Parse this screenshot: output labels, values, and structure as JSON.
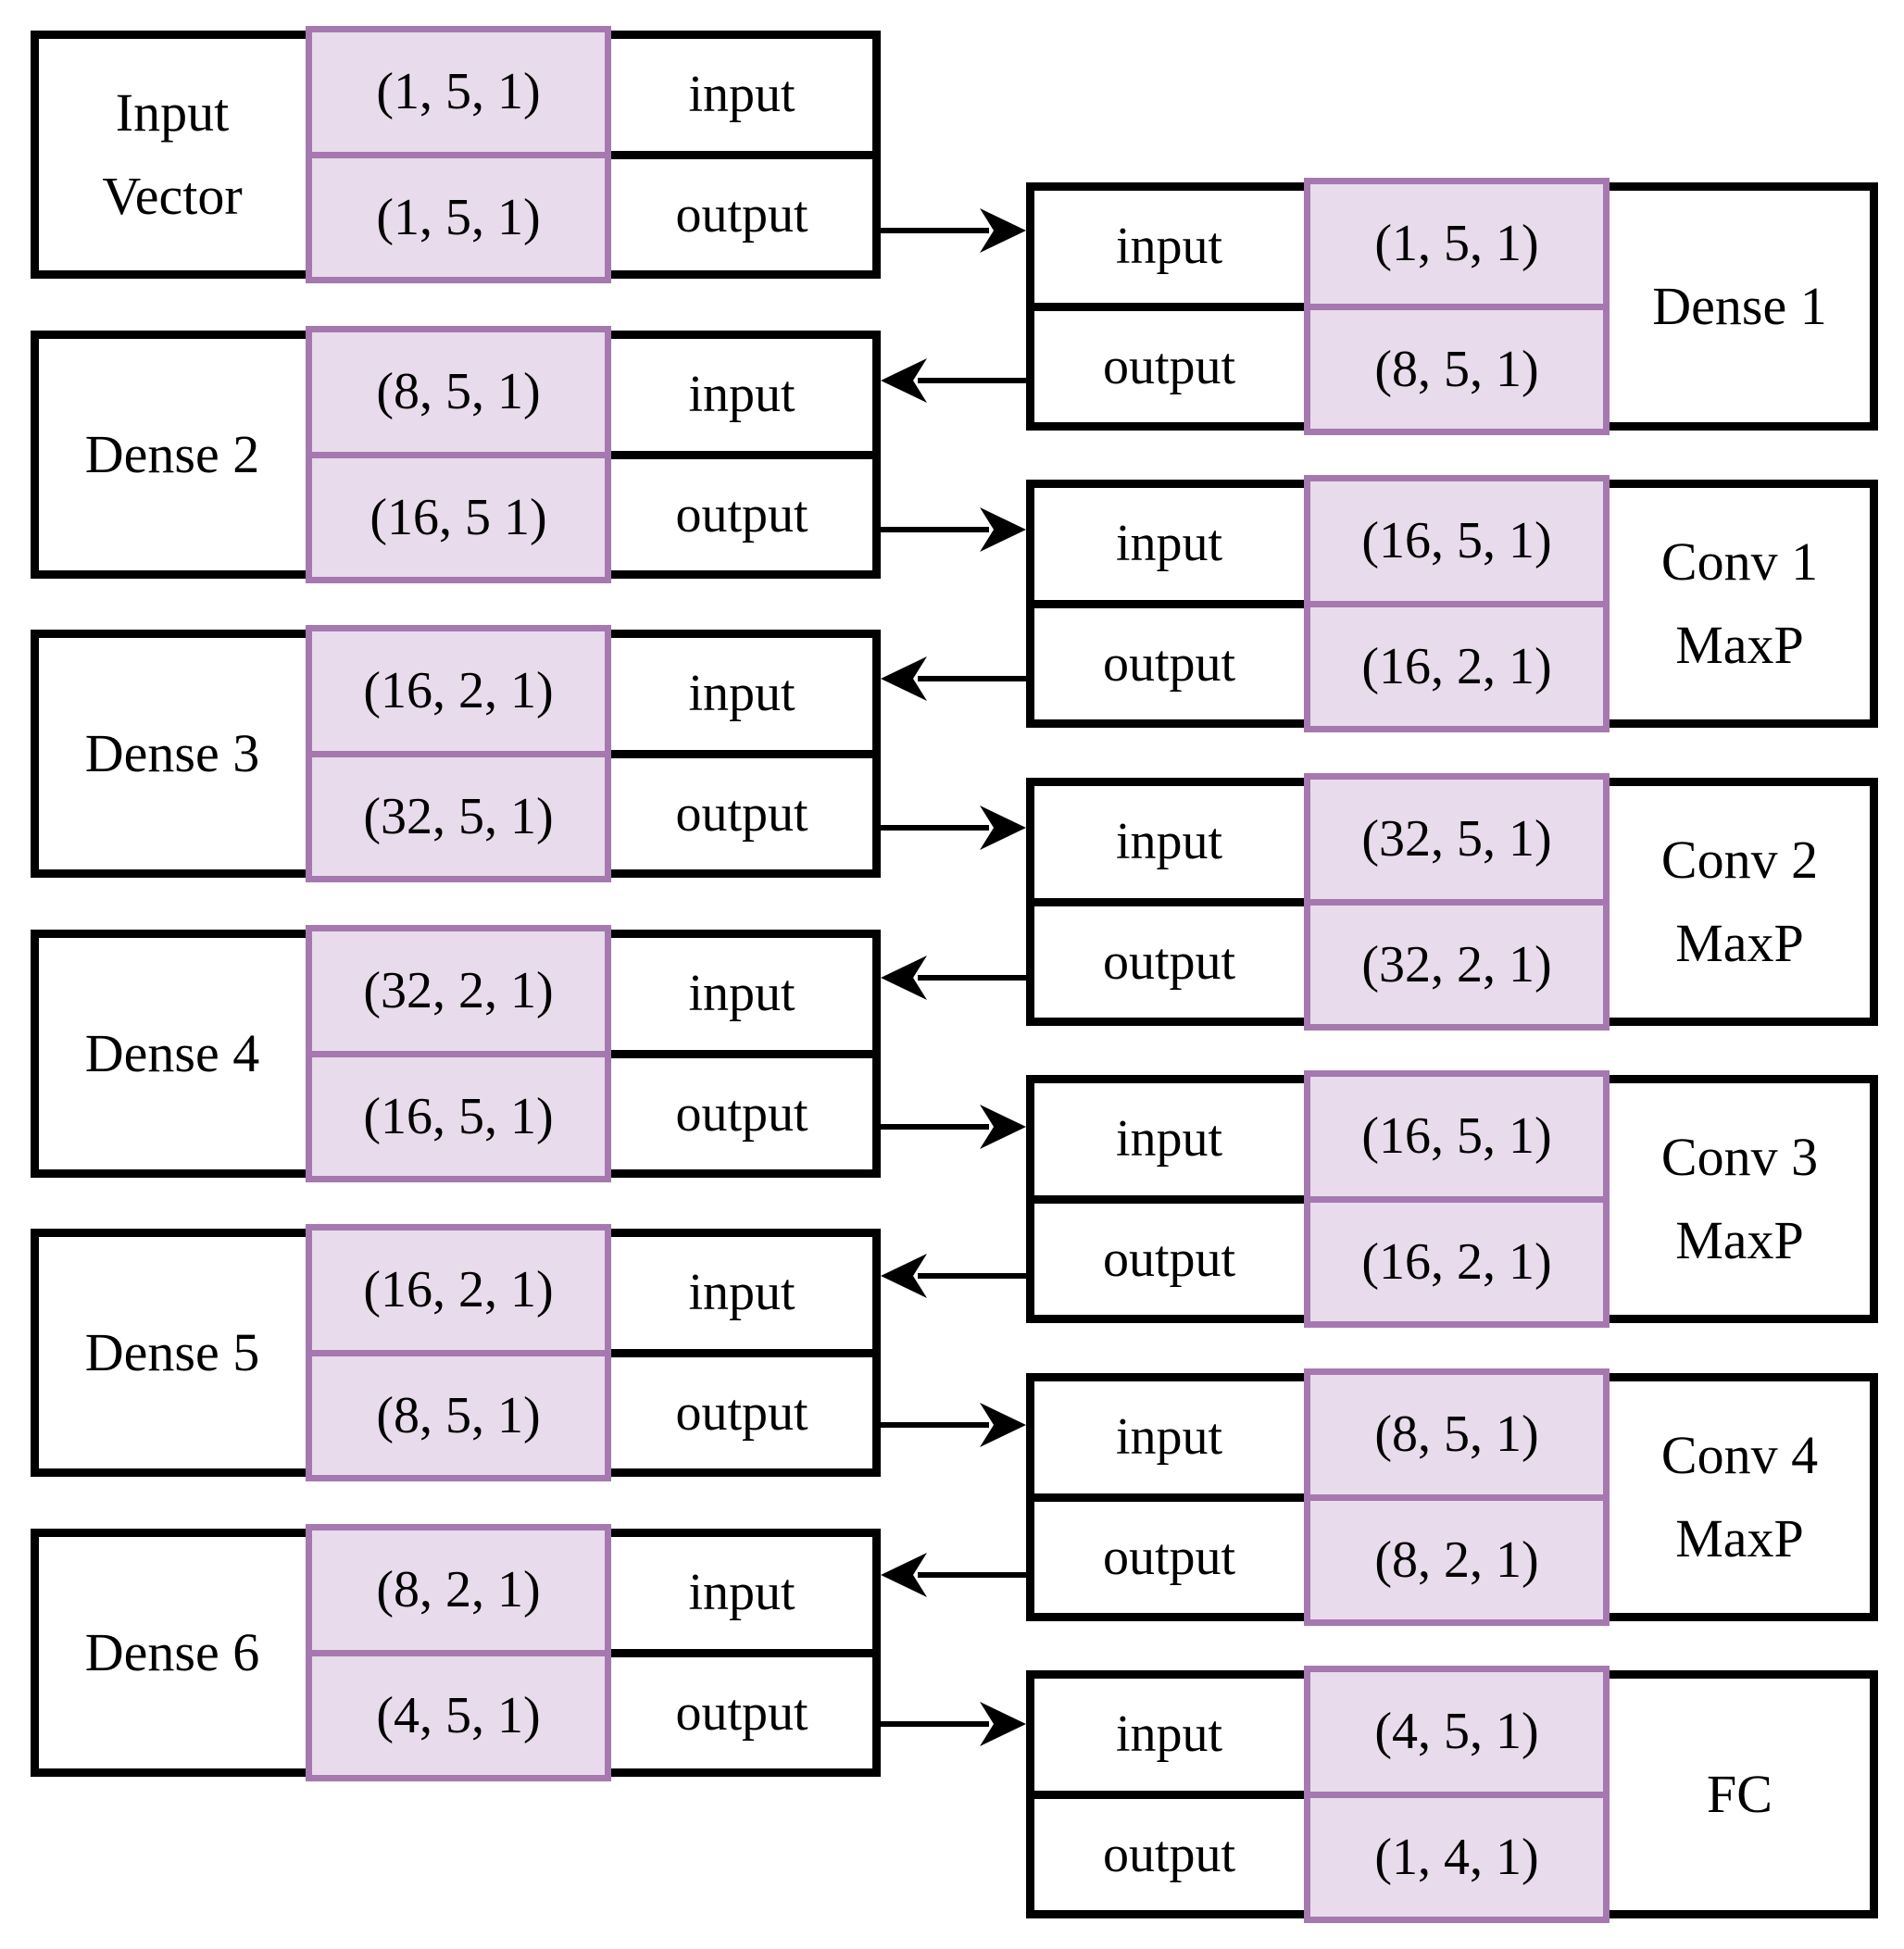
{
  "colors": {
    "background": "#ffffff",
    "box_border": "#000000",
    "shape_cell_fill": "#e8dbeb",
    "shape_cell_border": "#a578af",
    "text": "#000000"
  },
  "left_column": [
    {
      "label_lines": [
        "Input",
        "Vector"
      ],
      "rows": [
        {
          "shape": "(1, 5, 1)",
          "io": "input"
        },
        {
          "shape": "(1, 5, 1)",
          "io": "output"
        }
      ]
    },
    {
      "label_lines": [
        "Dense 2"
      ],
      "rows": [
        {
          "shape": "(8, 5, 1)",
          "io": "input"
        },
        {
          "shape": "(16, 5 1)",
          "io": "output"
        }
      ]
    },
    {
      "label_lines": [
        "Dense 3"
      ],
      "rows": [
        {
          "shape": "(16, 2, 1)",
          "io": "input"
        },
        {
          "shape": "(32, 5, 1)",
          "io": "output"
        }
      ]
    },
    {
      "label_lines": [
        "Dense 4"
      ],
      "rows": [
        {
          "shape": "(32, 2, 1)",
          "io": "input"
        },
        {
          "shape": "(16, 5, 1)",
          "io": "output"
        }
      ]
    },
    {
      "label_lines": [
        "Dense 5"
      ],
      "rows": [
        {
          "shape": "(16, 2, 1)",
          "io": "input"
        },
        {
          "shape": "(8, 5, 1)",
          "io": "output"
        }
      ]
    },
    {
      "label_lines": [
        "Dense 6"
      ],
      "rows": [
        {
          "shape": "(8, 2, 1)",
          "io": "input"
        },
        {
          "shape": "(4, 5, 1)",
          "io": "output"
        }
      ]
    }
  ],
  "right_column": [
    {
      "label_lines": [
        "Dense 1"
      ],
      "rows": [
        {
          "io": "input",
          "shape": "(1, 5, 1)"
        },
        {
          "io": "output",
          "shape": "(8, 5, 1)"
        }
      ]
    },
    {
      "label_lines": [
        "Conv 1",
        "MaxP"
      ],
      "rows": [
        {
          "io": "input",
          "shape": "(16, 5, 1)"
        },
        {
          "io": "output",
          "shape": "(16, 2, 1)"
        }
      ]
    },
    {
      "label_lines": [
        "Conv 2",
        "MaxP"
      ],
      "rows": [
        {
          "io": "input",
          "shape": "(32, 5, 1)"
        },
        {
          "io": "output",
          "shape": "(32, 2, 1)"
        }
      ]
    },
    {
      "label_lines": [
        "Conv 3",
        "MaxP"
      ],
      "rows": [
        {
          "io": "input",
          "shape": "(16, 5, 1)"
        },
        {
          "io": "output",
          "shape": "(16, 2, 1)"
        }
      ]
    },
    {
      "label_lines": [
        "Conv 4",
        "MaxP"
      ],
      "rows": [
        {
          "io": "input",
          "shape": "(8, 5, 1)"
        },
        {
          "io": "output",
          "shape": "(8, 2, 1)"
        }
      ]
    },
    {
      "label_lines": [
        "FC"
      ],
      "rows": [
        {
          "io": "input",
          "shape": "(4, 5, 1)"
        },
        {
          "io": "output",
          "shape": "(1, 4, 1)"
        }
      ]
    }
  ],
  "arrows": [
    {
      "direction": "right",
      "from": "Input Vector.output",
      "to": "Dense 1.input"
    },
    {
      "direction": "left",
      "from": "Dense 1.output",
      "to": "Dense 2.input"
    },
    {
      "direction": "right",
      "from": "Dense 2.output",
      "to": "Conv 1 MaxP.input"
    },
    {
      "direction": "left",
      "from": "Conv 1 MaxP.output",
      "to": "Dense 3.input"
    },
    {
      "direction": "right",
      "from": "Dense 3.output",
      "to": "Conv 2 MaxP.input"
    },
    {
      "direction": "left",
      "from": "Conv 2 MaxP.output",
      "to": "Dense 4.input"
    },
    {
      "direction": "right",
      "from": "Dense 4.output",
      "to": "Conv 3 MaxP.input"
    },
    {
      "direction": "left",
      "from": "Conv 3 MaxP.output",
      "to": "Dense 5.input"
    },
    {
      "direction": "right",
      "from": "Dense 5.output",
      "to": "Conv 4 MaxP.input"
    },
    {
      "direction": "left",
      "from": "Conv 4 MaxP.output",
      "to": "Dense 6.input"
    },
    {
      "direction": "right",
      "from": "Dense 6.output",
      "to": "FC.input"
    }
  ]
}
